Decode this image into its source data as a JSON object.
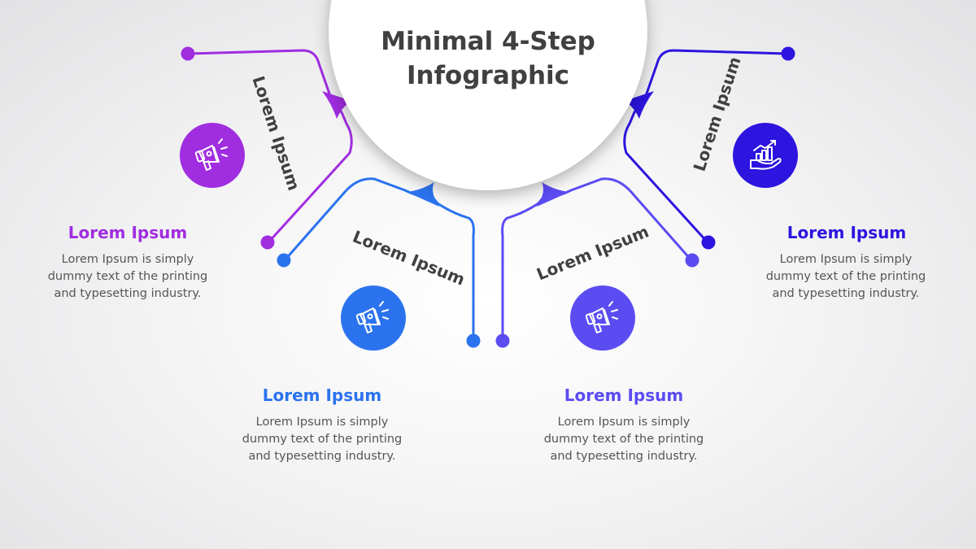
{
  "title": {
    "line1": "Minimal 4-Step",
    "line2": "Infographic"
  },
  "colors": {
    "step1": "#a02de0",
    "step2": "#2b73ee",
    "step3": "#5b4cf2",
    "step4": "#2d14de",
    "title_text": "#404040",
    "body_text": "#555555"
  },
  "steps": [
    {
      "arm_label": "Lorem Ipsum",
      "heading": "Lorem Ipsum",
      "desc_line1": "Lorem Ipsum is simply",
      "desc_line2": "dummy text of the printing",
      "desc_line3": "and typesetting industry.",
      "icon": "megaphone-icon"
    },
    {
      "arm_label": "Lorem Ipsum",
      "heading": "Lorem Ipsum",
      "desc_line1": "Lorem Ipsum is simply",
      "desc_line2": "dummy text of the printing",
      "desc_line3": "and typesetting industry.",
      "icon": "megaphone-icon"
    },
    {
      "arm_label": "Lorem Ipsum",
      "heading": "Lorem Ipsum",
      "desc_line1": "Lorem Ipsum is simply",
      "desc_line2": "dummy text of the printing",
      "desc_line3": "and typesetting industry.",
      "icon": "megaphone-icon"
    },
    {
      "arm_label": "Lorem Ipsum",
      "heading": "Lorem Ipsum",
      "desc_line1": "Lorem Ipsum is simply",
      "desc_line2": "dummy text of the printing",
      "desc_line3": "and typesetting industry.",
      "icon": "hand-growth-chart-icon"
    }
  ]
}
